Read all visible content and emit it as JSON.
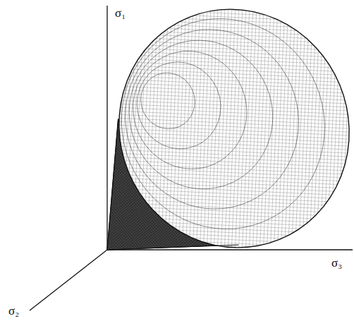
{
  "diagram": {
    "labels": [
      "σ₁",
      "σ₂",
      "σ₃"
    ]
  }
}
